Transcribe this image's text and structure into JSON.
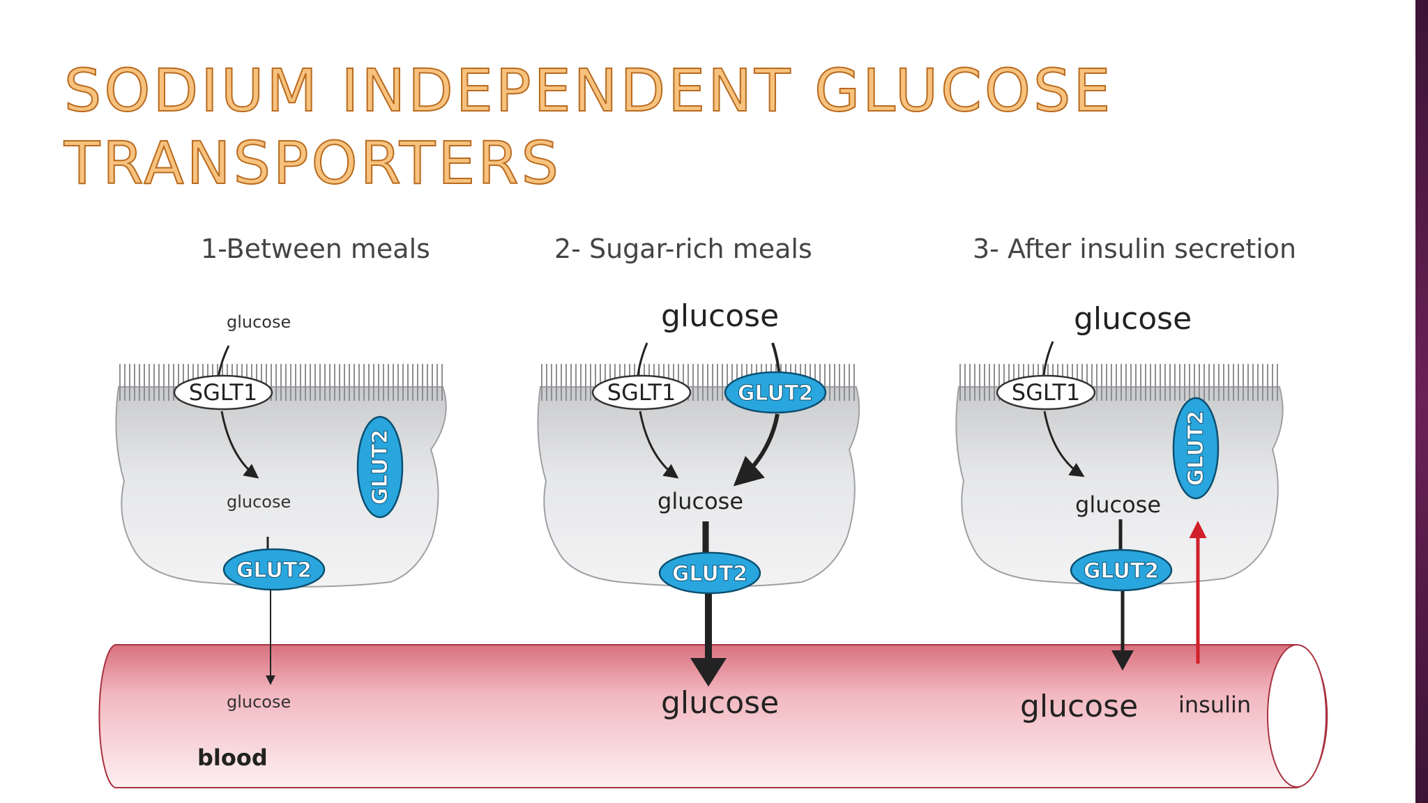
{
  "title": {
    "line1": "SODIUM INDEPENDENT GLUCOSE",
    "line2": "TRANSPORTERS"
  },
  "panels": [
    {
      "heading": "1-Between meals",
      "glucose_lumen": "glucose",
      "sglt1": "SGLT1",
      "glucose_cell": "glucose",
      "glut2_side": "GLUT2",
      "glut2_basal": "GLUT2",
      "glucose_blood": "glucose"
    },
    {
      "heading": "2- Sugar-rich meals",
      "glucose_lumen": "glucose",
      "sglt1": "SGLT1",
      "glut2_apical": "GLUT2",
      "glucose_cell": "glucose",
      "glut2_basal": "GLUT2",
      "glucose_blood": "glucose"
    },
    {
      "heading": "3- After insulin secretion",
      "glucose_lumen": "glucose",
      "sglt1": "SGLT1",
      "glut2_side": "GLUT2",
      "glucose_cell": "glucose",
      "glut2_basal": "GLUT2",
      "glucose_blood": "glucose",
      "insulin": "insulin"
    }
  ],
  "blood_label": "blood",
  "colors": {
    "title_fill": "#f7c27e",
    "title_stroke": "#b86a1e",
    "glut2": "#2aa6de",
    "insulin_arrow": "#d0202a",
    "blood_vessel": "#e58d9a"
  }
}
